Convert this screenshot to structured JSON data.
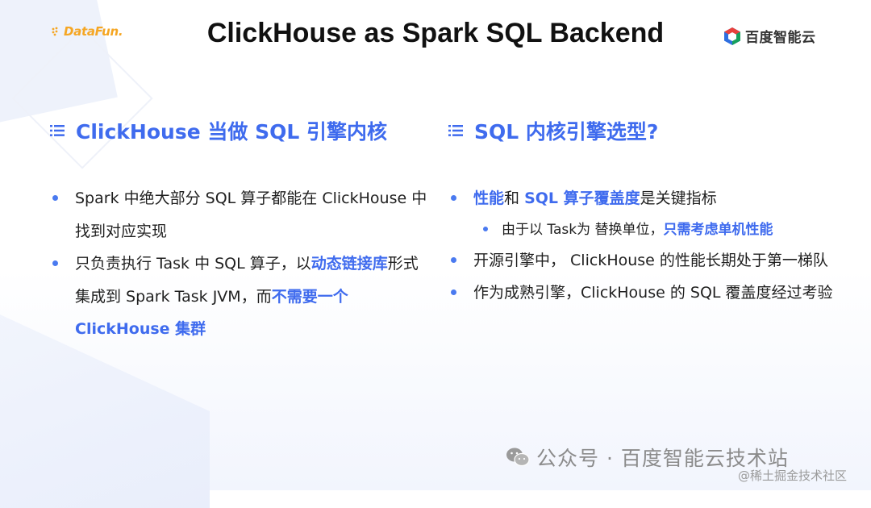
{
  "brand": {
    "left_logo_text": "DataFun.",
    "right_logo_text": "百度智能云"
  },
  "title": "ClickHouse as Spark SQL Backend",
  "left": {
    "heading": "ClickHouse 当做 SQL 引擎内核",
    "items": [
      {
        "text": "Spark 中绝大部分 SQL 算子都能在 ClickHouse 中找到对应实现"
      },
      {
        "p1": "只负责执行 Task 中 SQL 算子，以",
        "hl1": "动态链接库",
        "p2": "形式集成到 Spark Task JVM，而",
        "hl2": "不需要一个 ClickHouse 集群"
      }
    ]
  },
  "right": {
    "heading": "SQL 内核引擎选型?",
    "item1": {
      "hl1": "性能",
      "p1": "和 ",
      "hl2": "SQL 算子覆盖度",
      "p2": "是关键指标"
    },
    "sub1": {
      "p1": "由于以 Task为 替换单位，",
      "hl1": "只需考虑单机性能"
    },
    "item2": "开源引擎中， ClickHouse 的性能长期处于第一梯队",
    "item3": "作为成熟引擎，ClickHouse 的 SQL 覆盖度经过考验"
  },
  "footer": {
    "text": "公众号 · 百度智能云技术站",
    "watermark": "@稀土掘金技术社区"
  },
  "colors": {
    "accent": "#3f6bee",
    "bullet": "#4a7af0",
    "datafun_orange": "#f5a623"
  },
  "icons": [
    "datafun-logo-icon",
    "baidu-cloud-logo-icon",
    "list-icon",
    "wechat-icon"
  ]
}
